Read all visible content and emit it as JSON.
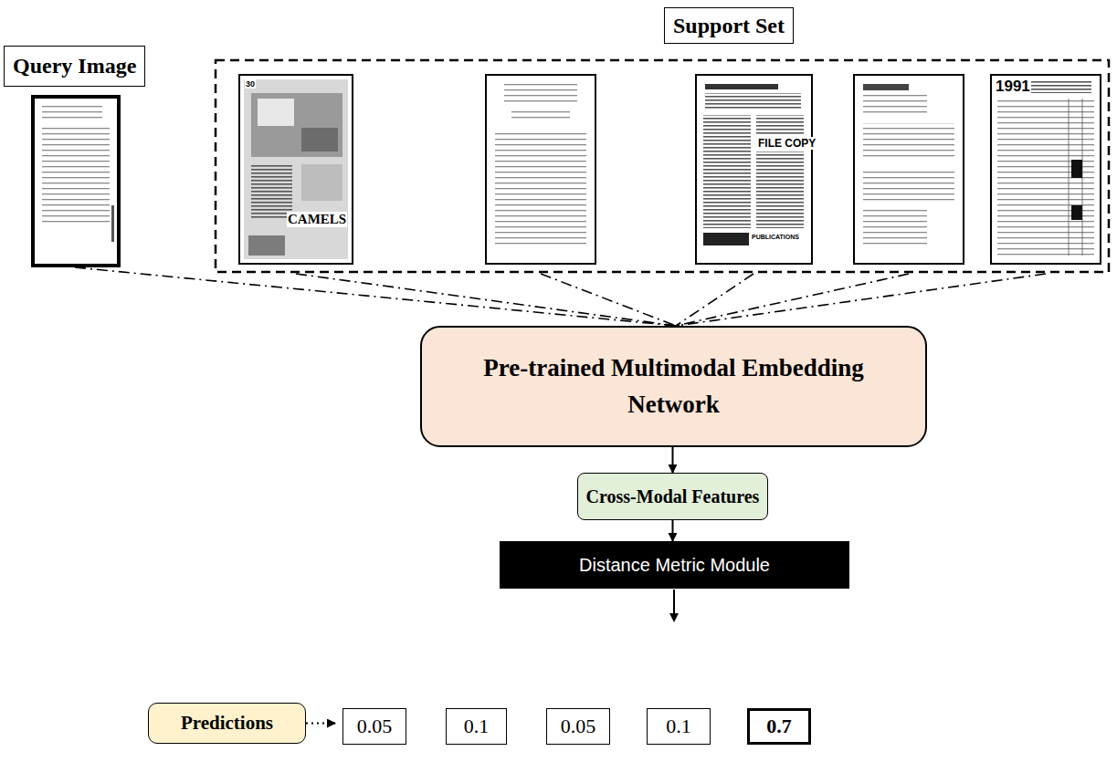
{
  "diagram": {
    "nodes": [
      {
        "text": [
          "Query Image"
        ]
      },
      {
        "text": [
          "Support Set"
        ]
      },
      {
        "text": [
          "Pre-trained Multimodal Embedding Network"
        ]
      },
      {
        "text": [
          "Cross-Modal Features"
        ]
      },
      {
        "text": [
          "Distance Metric Module"
        ]
      },
      {
        "text": [
          "Predictions"
        ]
      },
      {
        "text": [
          "0.05"
        ]
      },
      {
        "text": [
          "0.1"
        ]
      },
      {
        "text": [
          "0.05"
        ]
      },
      {
        "text": [
          "0.1"
        ]
      },
      {
        "text": [
          "0.7"
        ]
      }
    ],
    "edges": [
      {
        "from": 2,
        "to": 3,
        "arrow": "to"
      },
      {
        "from": 3,
        "to": 4,
        "arrow": "to"
      },
      {
        "from": 5,
        "to": 6,
        "arrow": "to"
      }
    ],
    "labels": [
      "30",
      "CAMELS",
      "FILE COPY",
      "PUBLICATIONS",
      "1991"
    ]
  }
}
